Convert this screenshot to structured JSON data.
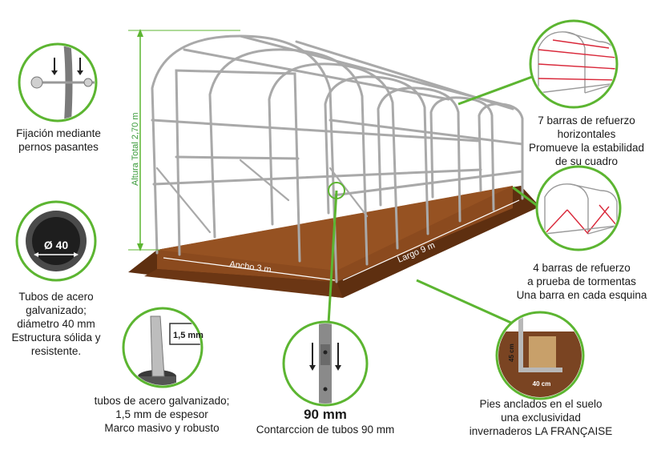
{
  "colors": {
    "green": "#5cb531",
    "soil": "#8b4a1e",
    "frame": "#a9a9a9",
    "accent_red": "#d9283a"
  },
  "dimensions": {
    "height": "Altura Total 2,70 m",
    "width": "Ancho 3 m",
    "length": "Largo 9 m"
  },
  "callouts": {
    "bolts": {
      "icon": "bolt-fixing-icon",
      "lines": [
        "Fijación mediante",
        "pernos pasantes"
      ]
    },
    "tube": {
      "icon": "tube-section-icon",
      "badge": "Ø 40",
      "lines": [
        "Tubos de acero",
        "galvanizado;",
        "diámetro 40 mm",
        "Estructura sólida y",
        "resistente."
      ]
    },
    "thickness": {
      "icon": "tube-thickness-icon",
      "badge": "1,5 mm",
      "lines": [
        "tubos de acero galvanizado;",
        "1,5 mm de espesor",
        "Marco masivo y robusto"
      ]
    },
    "contraction": {
      "icon": "tube-contraction-icon",
      "title": "90 mm",
      "lines": [
        "Contarccion de tubos 90 mm"
      ]
    },
    "feet": {
      "icon": "ground-anchor-icon",
      "dim_v": "45 cm",
      "dim_h": "40 cm",
      "lines": [
        "Pies anclados en el suelo",
        "una exclusividad",
        "invernaderos LA FRANÇAISE"
      ]
    },
    "horizontal_bars": {
      "icon": "horizontal-bars-icon",
      "lines": [
        "7 barras de refuerzo",
        "horizontales",
        "Promueve la estabilidad",
        "de su cuadro"
      ]
    },
    "storm_bars": {
      "icon": "storm-bars-icon",
      "lines": [
        "4 barras de refuerzo",
        "a prueba de tormentas",
        "Una barra en cada esquina"
      ]
    }
  }
}
